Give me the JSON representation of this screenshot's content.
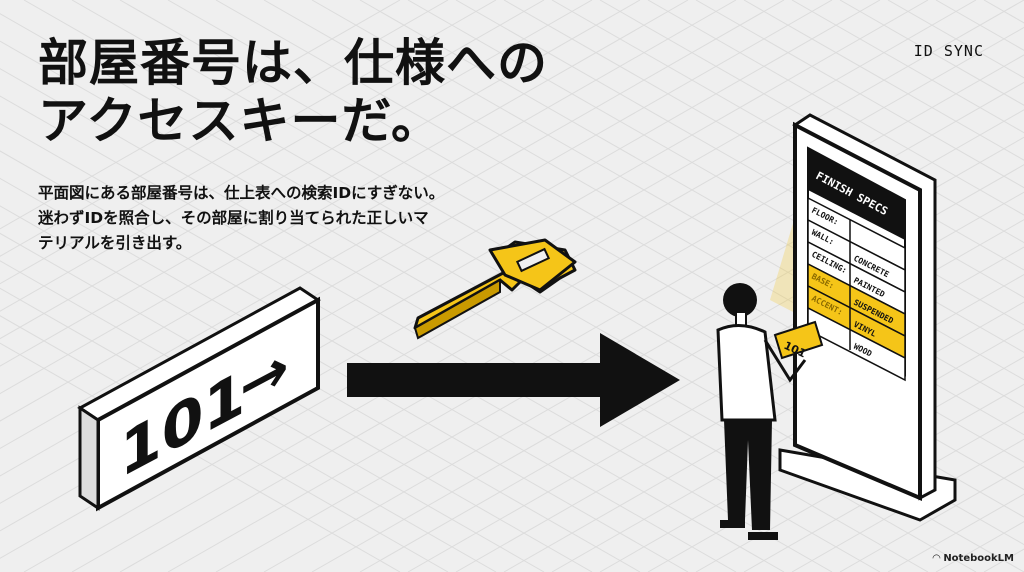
{
  "header": {
    "title_line1": "部屋番号は、仕様への",
    "title_line2": "アクセスキーだ。",
    "tag": "ID SYNC"
  },
  "body": {
    "line1": "平面図にある部屋番号は、仕上表への検索IDにすぎない。",
    "line2": "迷わずIDを照合し、その部屋に割り当てられた正しいマ",
    "line3": "テリアルを引き出す。"
  },
  "sign": {
    "room_number": "101",
    "arrow": "→"
  },
  "card": {
    "room_number": "101"
  },
  "kiosk": {
    "heading": "FINISH SPECS",
    "rows": [
      {
        "label": "FLOOR:",
        "value": ""
      },
      {
        "label": "WALL:",
        "value": "CONCRETE"
      },
      {
        "label": "CEILING:",
        "value": "PAINTED"
      },
      {
        "label": "BASE:",
        "value": "SUSPENDED"
      },
      {
        "label": "ACCENT:",
        "value": "VINYL"
      },
      {
        "label": "",
        "value": "WOOD"
      }
    ]
  },
  "brand": {
    "name": "NotebookLM"
  },
  "colors": {
    "accent": "#f5c518",
    "ink": "#111111",
    "background": "#efefef"
  }
}
